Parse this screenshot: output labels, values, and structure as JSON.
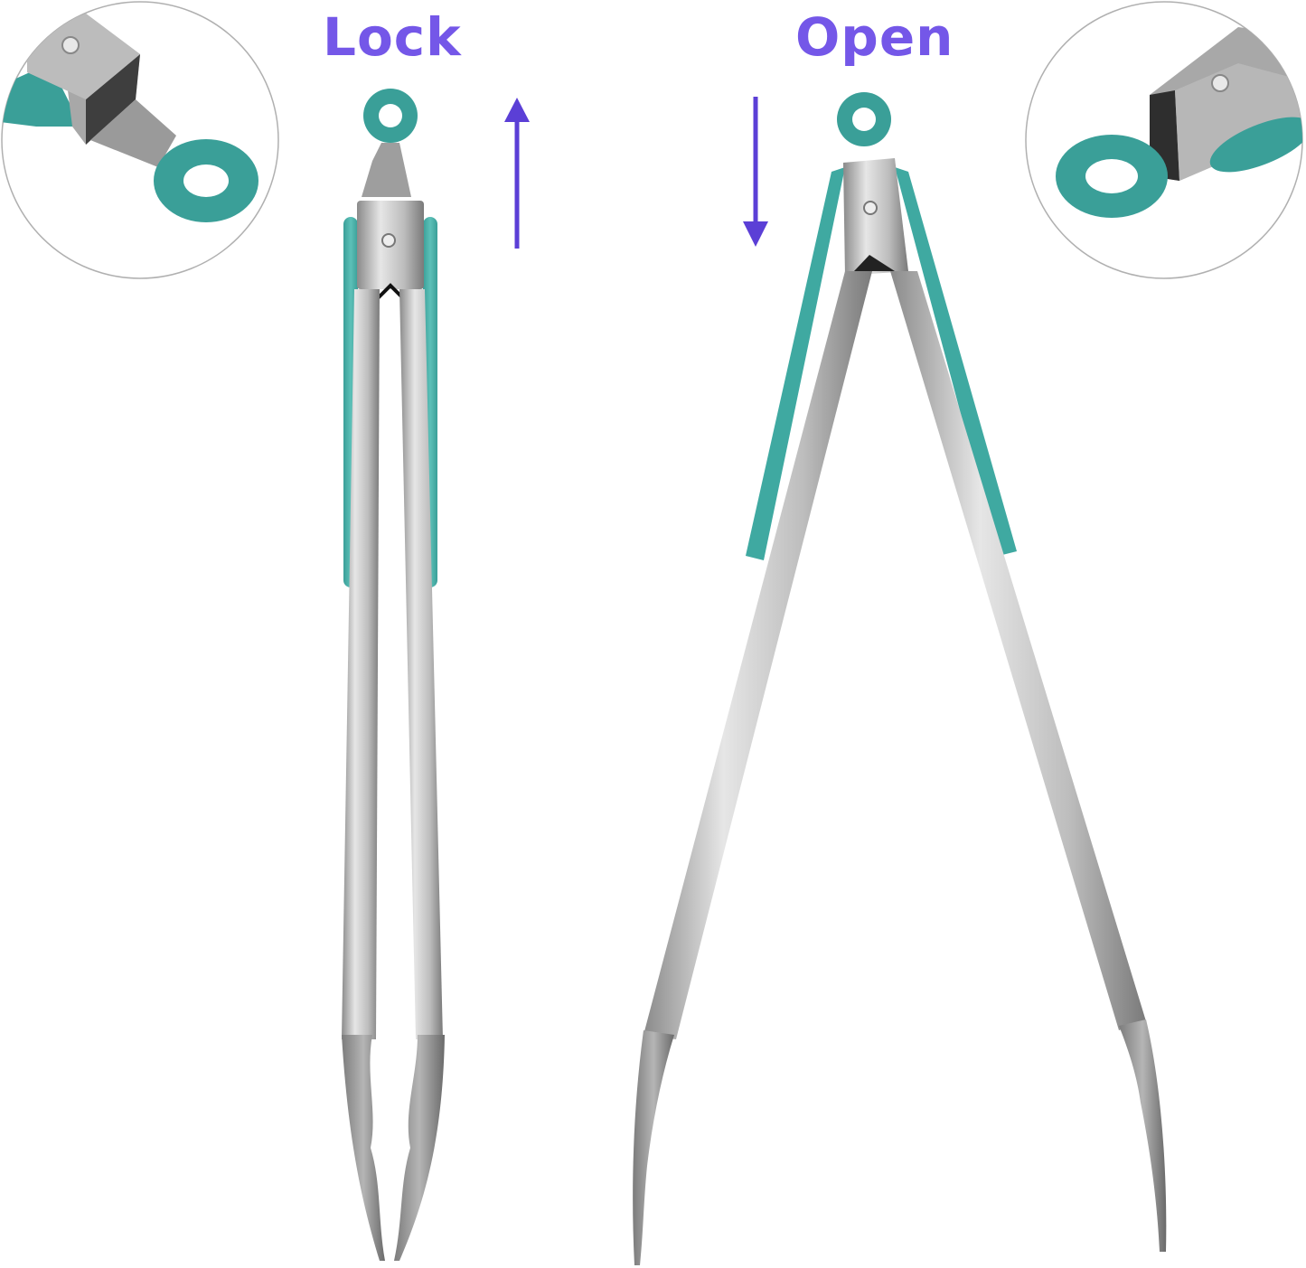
{
  "labels": {
    "lock": "Lock",
    "open": "Open"
  },
  "colors": {
    "label_purple": "#7457e8",
    "arrow_purple": "#5b3fd6",
    "silicone_teal": "#3a9f98",
    "silicone_teal_light": "#52b8b0",
    "steel_light": "#d9d9d9",
    "steel_mid": "#a9a9a9",
    "steel_dark": "#6f6f6f",
    "circle_border": "#b0b0b0",
    "background": "#ffffff"
  },
  "arrows": {
    "lock": "up",
    "open": "down"
  },
  "insets": [
    {
      "name": "lock-detail",
      "description": "close-up of locked tong end with teal ring pulled out"
    },
    {
      "name": "open-detail",
      "description": "close-up of open tong end with teal ring pushed in"
    }
  ],
  "products": [
    {
      "name": "tongs-locked",
      "state": "Lock"
    },
    {
      "name": "tongs-open",
      "state": "Open"
    }
  ]
}
